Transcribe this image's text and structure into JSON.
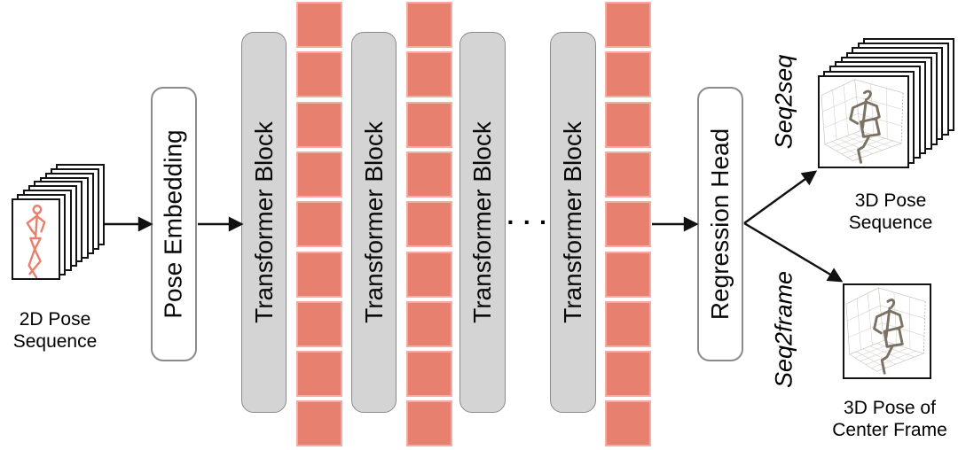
{
  "labels": {
    "input": [
      "2D Pose",
      "Sequence"
    ],
    "pose_embedding": "Pose Embedding",
    "ellipsis": "···",
    "regression_head": "Regression Head",
    "seq2seq": "Seq2seq",
    "seq2frame": "Seq2frame",
    "output_sequence": [
      "3D Pose",
      "Sequence"
    ],
    "output_center": [
      "3D Pose of",
      "Center Frame"
    ]
  },
  "blocks": [
    {
      "label": "Transformer Block"
    },
    {
      "label": "Transformer Block"
    },
    {
      "label": "Transformer Block"
    },
    {
      "label": "Transformer Block"
    }
  ],
  "tokens": {
    "columns": 3,
    "per_column": 9,
    "color": "#e8806f",
    "border_color": "#f3aca1"
  },
  "stacks": {
    "input_frames": 9,
    "output_frames": 9
  },
  "colors": {
    "block_fill": "#d4d4d4",
    "block_border": "#8a8a8a",
    "box_fill": "#ffffff",
    "pose_2d": "#e8806f",
    "pose_3d": "#7b7264",
    "plot_grid": "#d4d0c8",
    "arrow": "#111111"
  }
}
